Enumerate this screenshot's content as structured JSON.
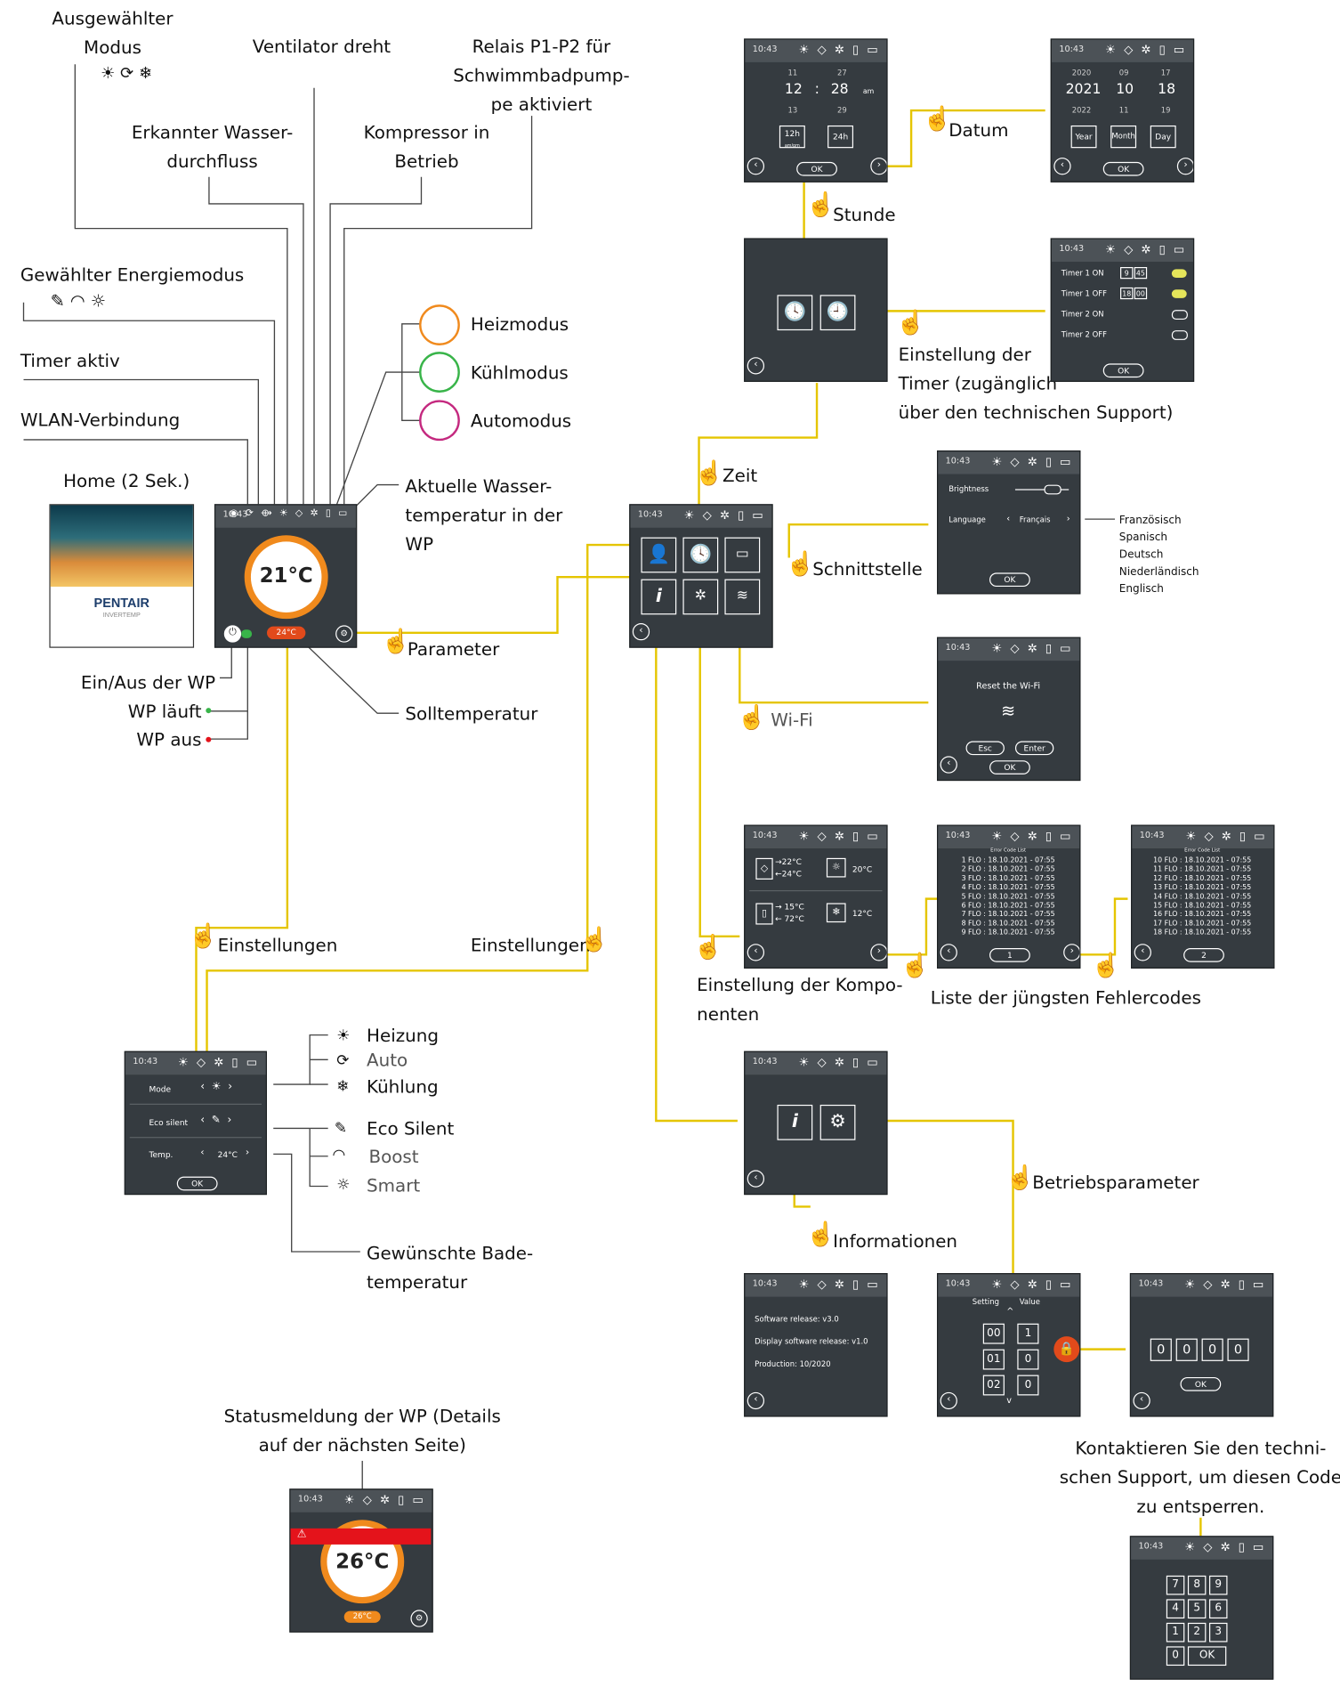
{
  "colors": {
    "yellow": "#e5c500",
    "orange": "#f08a1d",
    "green": "#38b449",
    "pink": "#c4297f",
    "red": "#e4131b",
    "screen": "#353b40"
  },
  "labels": {
    "ausgewaehlter": "Ausgewählter",
    "modus": "Modus",
    "modus_icons": "☀ ⟳ ❄",
    "ventilator": "Ventilator dreht",
    "relais1": "Relais P1-P2 für",
    "relais2": "Schwimmbadpump-",
    "relais3": "pe aktiviert",
    "wasser1": "Erkannter Wasser-",
    "wasser2": "durchfluss",
    "kompressor1": "Kompressor in",
    "kompressor2": "Betrieb",
    "energie": "Gewählter Energiemodus",
    "timer_aktiv": "Timer aktiv",
    "wlan": "WLAN-Verbindung",
    "home": "Home (2 Sek.)",
    "heizmodus": "Heizmodus",
    "kuehlmodus": "Kühlmodus",
    "automodus": "Automodus",
    "wassertemp1": "Aktuelle Wasser-",
    "wassertemp2": "temperatur in der",
    "wassertemp3": "WP",
    "einaus": "Ein/Aus der WP",
    "wp_laeuft": "WP läuft",
    "wp_aus": "WP aus",
    "solltemp": "Solltemperatur",
    "parameter": "Parameter",
    "einstellungen_l": "Einstellungen",
    "einstellungen_r": "Einstellungen",
    "heizung": "Heizung",
    "auto": "Auto",
    "kuehlung": "Kühlung",
    "eco_silent": "Eco Silent",
    "boost": "Boost",
    "smart": "Smart",
    "badetemp1": "Gewünschte Bade-",
    "badetemp2": "temperatur",
    "status1": "Statusmeldung der WP (Details",
    "status2": "auf der nächsten Seite)",
    "datum": "Datum",
    "stunde": "Stunde",
    "timer1": "Einstellung der",
    "timer2": "Timer (zugänglich",
    "timer3": "über den technischen Support)",
    "zeit": "Zeit",
    "schnittstelle": "Schnittstelle",
    "wifi": "Wi-Fi",
    "komp1": "Einstellung der Kompo-",
    "komp2": "nenten",
    "fehler": "Liste der jüngsten Fehlercodes",
    "betriebsparameter": "Betriebsparameter",
    "informationen": "Informationen",
    "kontakt1": "Kontaktieren Sie den techni-",
    "kontakt2": "schen Support, um diesen Code",
    "kontakt3": "zu entsperren.",
    "sprachen": "Französisch\nSpanisch\nDeutsch\nNiederländisch\nEnglisch"
  },
  "status": {
    "time": "10:43",
    "icons": "☀ ◇ ✲ ▯ ▭",
    "icons_home": "◉ ⟳ ⟴ ☀ ◇ ✲ ▯ ▭"
  },
  "home_screen": {
    "temp": "21°C",
    "set": "24°C",
    "brand": "PENTAIR",
    "sub": "INVERTEMP"
  },
  "settings_screen": {
    "mode": "Mode",
    "eco": "Eco silent",
    "temp": "Temp.",
    "temp_val": "24°C",
    "ok": "OK"
  },
  "status_screen": {
    "temp": "26°C",
    "set": "26°C"
  },
  "time_screen": {
    "h_prev": "11",
    "h": "12",
    "h_next": "13",
    "m_prev": "27",
    "m": "28",
    "m_next": "29",
    "sep": ":",
    "ampm": "am",
    "b12": "12h",
    "b12s": "am/pm",
    "b24": "24h",
    "ok": "OK"
  },
  "date_screen": {
    "y_prev": "2020",
    "y": "2021",
    "y_next": "2022",
    "mo_prev": "09",
    "mo": "10",
    "mo_next": "11",
    "d_prev": "17",
    "d": "18",
    "d_next": "19",
    "year": "Year",
    "month": "Month",
    "day": "Day",
    "ok": "OK"
  },
  "timer_screen": {
    "t1on": "Timer 1 ON",
    "t1on_h": "9",
    "t1on_m": "45",
    "t1off": "Timer 1 OFF",
    "t1off_h": "18",
    "t1off_m": "00",
    "t2on": "Timer 2 ON",
    "t2off": "Timer 2 OFF",
    "ok": "OK"
  },
  "iface_screen": {
    "brightness": "Brightness",
    "language": "Language",
    "lang_val": "Français",
    "ok": "OK"
  },
  "wifi_screen": {
    "title": "Reset the Wi-Fi",
    "esc": "Esc",
    "enter": "Enter",
    "ok": "OK"
  },
  "comp_screen": {
    "in": "→22°C",
    "out": "←24°C",
    "air": "20°C",
    "cin": "→ 15°C",
    "cout": "← 72°C",
    "ext": "12°C"
  },
  "error_screens": {
    "title": "Error Code List",
    "page1": [
      "1 FLO : 18.10.2021 - 07:55",
      "2 FLO : 18.10.2021 - 07:55",
      "3 FLO : 18.10.2021 - 07:55",
      "4 FLO : 18.10.2021 - 07:55",
      "5 FLO : 18.10.2021 - 07:55",
      "6 FLO : 18.10.2021 - 07:55",
      "7 FLO : 18.10.2021 - 07:55",
      "8 FLO : 18.10.2021 - 07:55",
      "9 FLO : 18.10.2021 - 07:55"
    ],
    "page2": [
      "10 FLO : 18.10.2021 - 07:55",
      "11 FLO : 18.10.2021 - 07:55",
      "12 FLO : 18.10.2021 - 07:55",
      "13 FLO : 18.10.2021 - 07:55",
      "14 FLO : 18.10.2021 - 07:55",
      "15 FLO : 18.10.2021 - 07:55",
      "16 FLO : 18.10.2021 - 07:55",
      "17 FLO : 18.10.2021 - 07:55",
      "18 FLO : 18.10.2021 - 07:55"
    ],
    "p1": "1",
    "p2": "2"
  },
  "info_screen": {
    "sw": "Software release: v3.0",
    "disp": "Display software release: v1.0",
    "prod": "Production: 10/2020"
  },
  "params_screen": {
    "setting": "Setting",
    "value": "Value",
    "rows": [
      [
        "00",
        "1"
      ],
      [
        "01",
        "0"
      ],
      [
        "02",
        "0"
      ]
    ]
  },
  "code_screen": {
    "digits": [
      "0",
      "0",
      "0",
      "0"
    ],
    "ok": "OK"
  },
  "keypad": {
    "keys": [
      "7",
      "8",
      "9",
      "4",
      "5",
      "6",
      "1",
      "2",
      "3",
      "0",
      "OK"
    ]
  }
}
